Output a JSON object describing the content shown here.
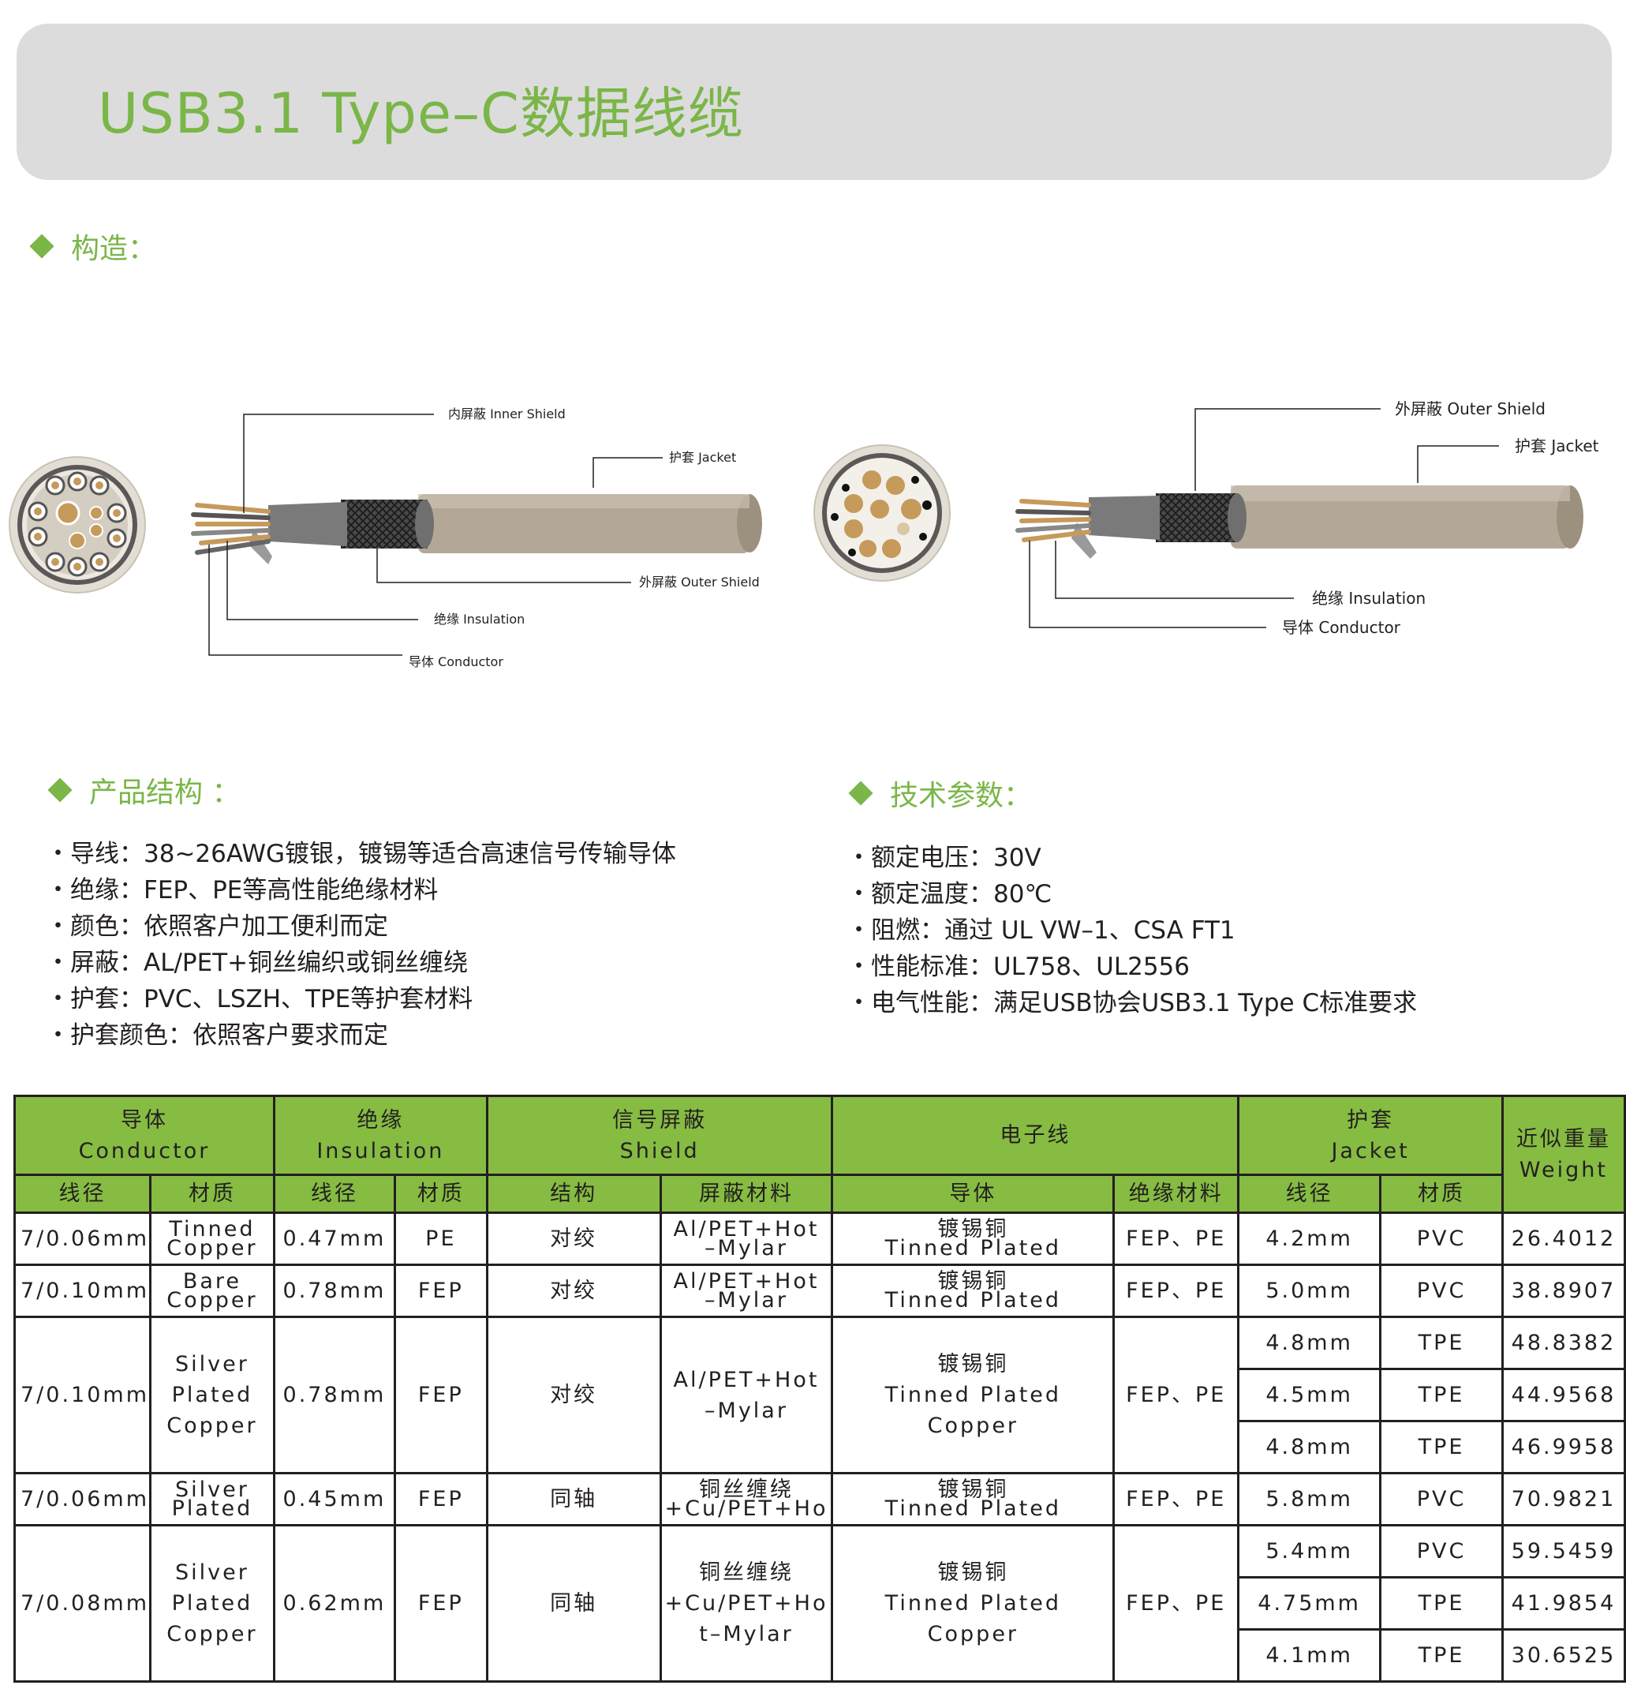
{
  "title": "USB3.1 Type–C数据线缆",
  "sections": {
    "construction": "构造：",
    "structure": "产品结构 ：",
    "tech": "技术参数："
  },
  "diagram_left": {
    "inner_shield": "内屏蔽  Inner Shield",
    "jacket": "护套  Jacket",
    "outer_shield": "外屏蔽  Outer Shield",
    "insulation": "绝缘  Insulation",
    "conductor": "导体  Conductor"
  },
  "diagram_right": {
    "outer_shield": "外屏蔽  Outer Shield",
    "jacket": "护套  Jacket",
    "insulation": "绝缘  Insulation",
    "conductor": "导体  Conductor"
  },
  "structure_items": [
    "导线：38~26AWG镀银，镀锡等适合高速信号传输导体",
    "绝缘：FEP、PE等高性能绝缘材料",
    "颜色：依照客户加工便利而定",
    "屏蔽：AL/PET+铜丝编织或铜丝缠绕",
    "护套：PVC、LSZH、TPE等护套材料",
    "护套颜色：依照客户要求而定"
  ],
  "tech_items": [
    "额定电压：30V",
    "额定温度：80℃",
    "阻燃：通过 UL VW–1、CSA FT1",
    "性能标准：UL758、UL2556",
    "电气性能：满足USB协会USB3.1 Type C标准要求"
  ],
  "table": {
    "groups": {
      "conductor": [
        "导体",
        "Conductor"
      ],
      "insulation": [
        "绝缘",
        "Insulation"
      ],
      "shield": [
        "信号屏蔽",
        "Shield"
      ],
      "wire": "电子线",
      "jacket": [
        "护套",
        "Jacket"
      ],
      "weight": [
        "近似重量",
        "Weight"
      ]
    },
    "sub": {
      "c_dia": "线径",
      "c_mat": "材质",
      "i_dia": "线径",
      "i_mat": "材质",
      "s_struct": "结构",
      "s_mat": "屏蔽材料",
      "w_cond": "导体",
      "w_ins": "绝缘材料",
      "j_dia": "线径",
      "j_mat": "材质"
    },
    "rows": [
      {
        "c_dia": "7/0.06mm",
        "c_mat": [
          "Tinned",
          "Copper"
        ],
        "i_dia": "0.47mm",
        "i_mat": "PE",
        "s_struct": "对绞",
        "s_mat": [
          "Al/PET+Hot",
          "–Mylar"
        ],
        "w_cond": [
          "镀锡铜",
          "Tinned Plated"
        ],
        "w_ins": "FEP、PE",
        "jackets": [
          {
            "dia": "4.2mm",
            "mat": "PVC",
            "weight": "26.4012"
          }
        ]
      },
      {
        "c_dia": "7/0.10mm",
        "c_mat": [
          "Bare",
          "Copper"
        ],
        "i_dia": "0.78mm",
        "i_mat": "FEP",
        "s_struct": "对绞",
        "s_mat": [
          "Al/PET+Hot",
          "–Mylar"
        ],
        "w_cond": [
          "镀锡铜",
          "Tinned Plated"
        ],
        "w_ins": "FEP、PE",
        "jackets": [
          {
            "dia": "5.0mm",
            "mat": "PVC",
            "weight": "38.8907"
          }
        ]
      },
      {
        "c_dia": "7/0.10mm",
        "c_mat": [
          "Silver",
          "Plated",
          "Copper"
        ],
        "i_dia": "0.78mm",
        "i_mat": "FEP",
        "s_struct": "对绞",
        "s_mat": [
          "Al/PET+Hot",
          "–Mylar"
        ],
        "w_cond": [
          "镀锡铜",
          "Tinned Plated",
          "Copper"
        ],
        "w_ins": "FEP、PE",
        "jackets": [
          {
            "dia": "4.8mm",
            "mat": "TPE",
            "weight": "48.8382"
          },
          {
            "dia": "4.5mm",
            "mat": "TPE",
            "weight": "44.9568"
          },
          {
            "dia": "4.8mm",
            "mat": "TPE",
            "weight": "46.9958"
          }
        ]
      },
      {
        "c_dia": "7/0.06mm",
        "c_mat": [
          "Silver",
          "Plated"
        ],
        "i_dia": "0.45mm",
        "i_mat": "FEP",
        "s_struct": "同轴",
        "s_mat": [
          "铜丝缠绕",
          "+Cu/PET+Ho"
        ],
        "w_cond": [
          "镀锡铜",
          "Tinned Plated"
        ],
        "w_ins": "FEP、PE",
        "jackets": [
          {
            "dia": "5.8mm",
            "mat": "PVC",
            "weight": "70.9821"
          }
        ]
      },
      {
        "c_dia": "7/0.08mm",
        "c_mat": [
          "Silver",
          "Plated",
          "Copper"
        ],
        "i_dia": "0.62mm",
        "i_mat": "FEP",
        "s_struct": "同轴",
        "s_mat": [
          "铜丝缠绕",
          "+Cu/PET+Ho",
          "t–Mylar"
        ],
        "w_cond": [
          "镀锡铜",
          "Tinned Plated",
          "Copper"
        ],
        "w_ins": "FEP、PE",
        "jackets": [
          {
            "dia": "5.4mm",
            "mat": "PVC",
            "weight": "59.5459"
          },
          {
            "dia": "4.75mm",
            "mat": "TPE",
            "weight": "41.9854"
          },
          {
            "dia": "4.1mm",
            "mat": "TPE",
            "weight": "30.6525"
          }
        ]
      }
    ]
  }
}
